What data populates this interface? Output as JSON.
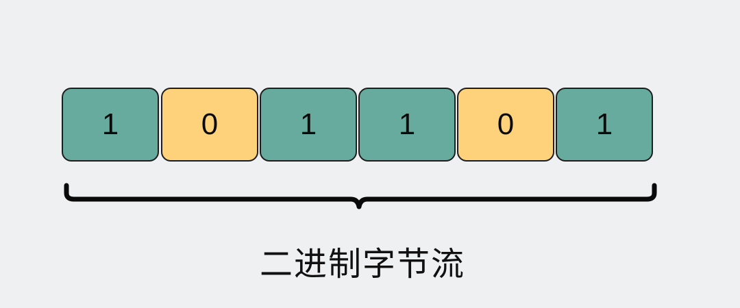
{
  "colors": {
    "background": "#eff0f2",
    "bit_one": "#67ab9f",
    "bit_zero": "#fdd27a",
    "stroke": "#1d1d1d"
  },
  "bits": [
    {
      "value": "1",
      "color": "#67ab9f"
    },
    {
      "value": "0",
      "color": "#fdd27a"
    },
    {
      "value": "1",
      "color": "#67ab9f"
    },
    {
      "value": "1",
      "color": "#67ab9f"
    },
    {
      "value": "0",
      "color": "#fdd27a"
    },
    {
      "value": "1",
      "color": "#67ab9f"
    }
  ],
  "caption": "二进制字节流"
}
